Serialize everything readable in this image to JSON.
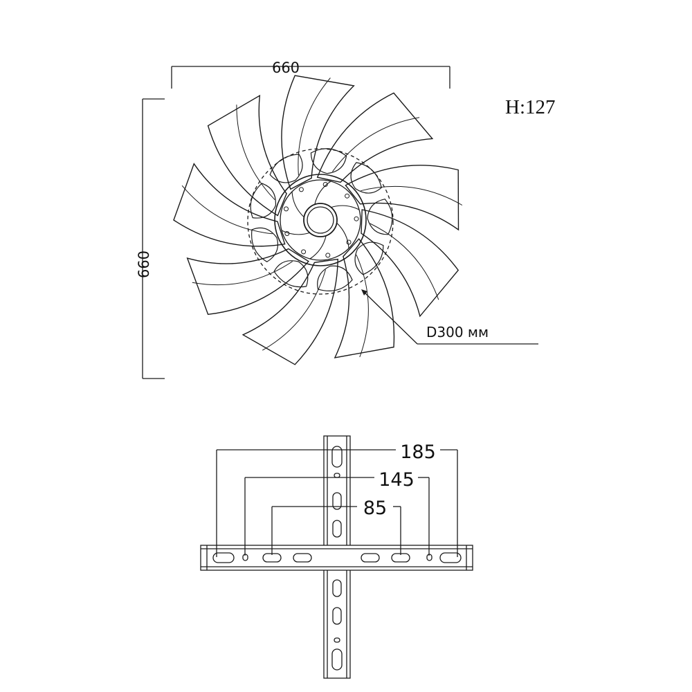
{
  "fan": {
    "width_label": "660",
    "height_label": "660",
    "h_label": "H:127",
    "diameter_label": "D300 мм",
    "blade_count": 9,
    "colors": {
      "line": "#1a1a1a"
    }
  },
  "bracket": {
    "dim_outer": "185",
    "dim_middle": "145",
    "dim_inner": "85"
  }
}
